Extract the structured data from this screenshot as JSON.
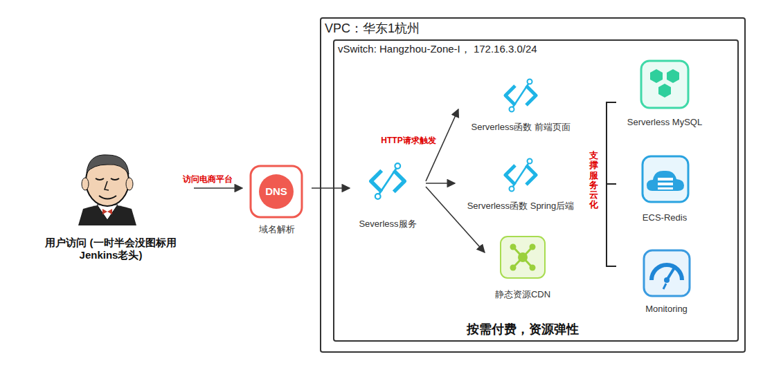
{
  "diagram": {
    "nodes": [
      {
        "text": [
          "用户访问 (一时半会没图标用Jenkins老头)"
        ]
      },
      {
        "text": [
          "域名解析"
        ]
      },
      {
        "text": [
          "VPC：华东1杭州"
        ]
      },
      {
        "text": [
          "vSwitch: Hangzhou-Zone-I， 172.16.3.0/24"
        ],
        "in": 2
      },
      {
        "text": [
          "Severless服务"
        ],
        "in": 3
      },
      {
        "text": [
          "Serverless函数 前端页面"
        ],
        "in": 3
      },
      {
        "text": [
          "Serverless函数 Spring后端"
        ],
        "in": 3
      },
      {
        "text": [
          "静态资源CDN"
        ],
        "in": 3
      },
      {
        "text": [
          "Serverless MySQL"
        ],
        "in": 3
      },
      {
        "text": [
          "ECS-Redis"
        ],
        "in": 3
      },
      {
        "text": [
          "Monitoring"
        ],
        "in": 3
      }
    ],
    "edges": [
      {
        "from": 0,
        "to": 1,
        "label": "访问电商平台",
        "arrow": "to"
      },
      {
        "from": 1,
        "to": 4,
        "arrow": "to"
      },
      {
        "from": 4,
        "to": 5,
        "label": "HTTP请求触发",
        "arrow": "to"
      },
      {
        "from": 4,
        "to": 6,
        "arrow": "to"
      },
      {
        "from": 4,
        "to": 7,
        "arrow": "to"
      }
    ],
    "labels": [
      "DNS",
      "支撑服务云化",
      "按需付费，资源弹性"
    ]
  }
}
